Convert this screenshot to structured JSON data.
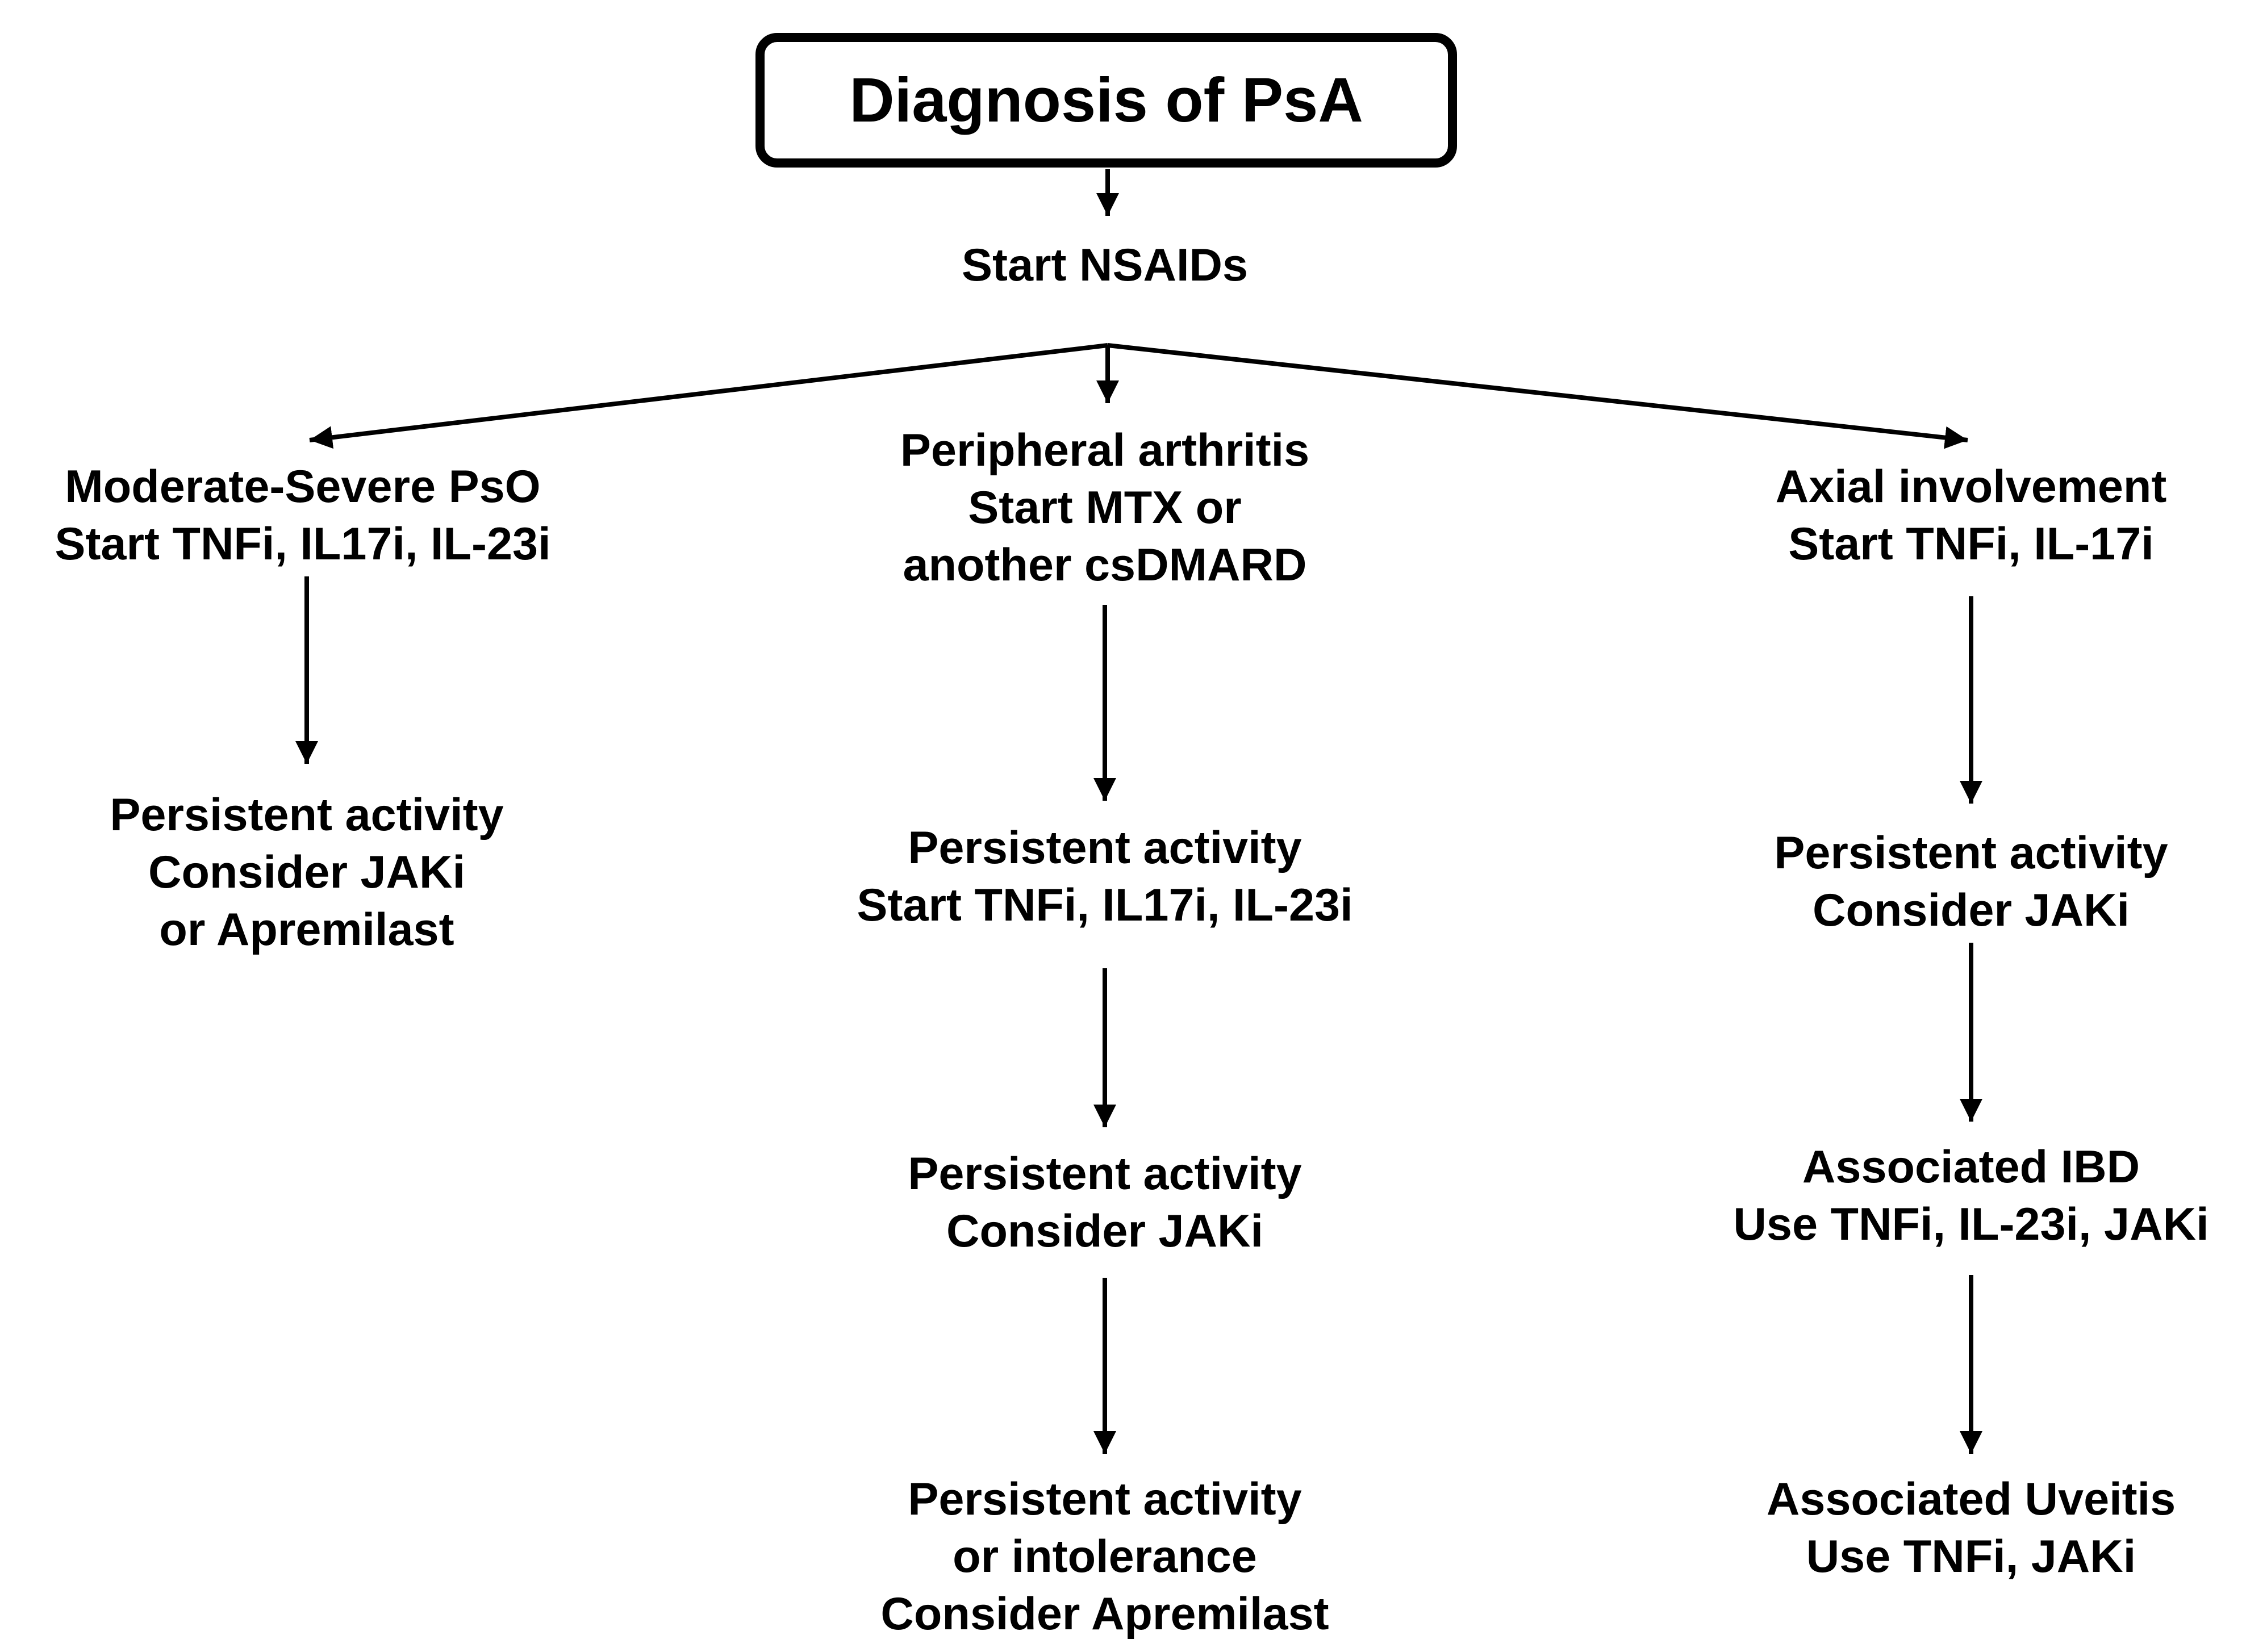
{
  "title": "Diagnosis of PsA",
  "start": "Start NSAIDs",
  "left": {
    "node1": [
      "Moderate-Severe PsO",
      "Start TNFi, IL17i, IL-23i"
    ],
    "node2": [
      "Persistent activity",
      "Consider JAKi",
      "or Apremilast"
    ]
  },
  "center": {
    "node1": [
      "Peripheral arthritis",
      "Start MTX or",
      "another csDMARD"
    ],
    "node2": [
      "Persistent activity",
      "Start TNFi, IL17i, IL-23i"
    ],
    "node3": [
      "Persistent activity",
      "Consider JAKi"
    ],
    "node4": [
      "Persistent activity",
      "or intolerance",
      "Consider Apremilast"
    ]
  },
  "right": {
    "node1": [
      "Axial involvement",
      "Start TNFi, IL-17i"
    ],
    "node2": [
      "Persistent activity",
      "Consider JAKi"
    ],
    "node3": [
      "Associated IBD",
      "Use TNFi, IL-23i, JAKi"
    ],
    "node4": [
      "Associated Uveitis",
      "Use TNFi, JAKi"
    ]
  }
}
